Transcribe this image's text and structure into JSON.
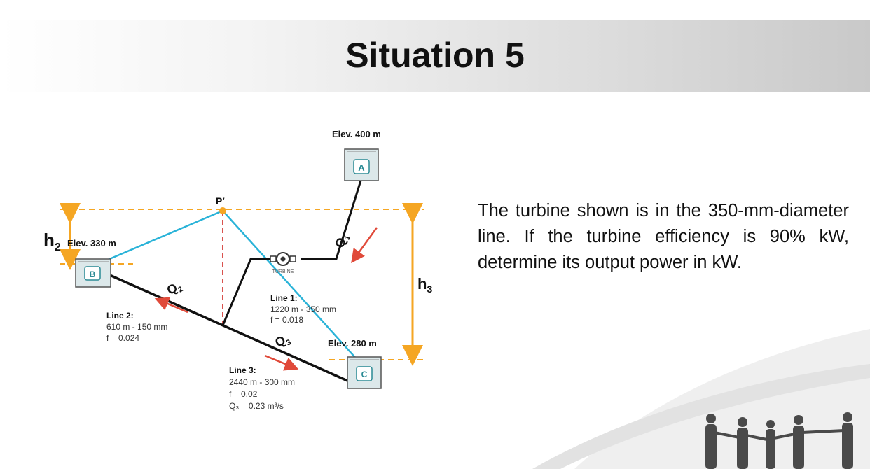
{
  "slide": {
    "title": "Situation 5",
    "problem_text": "The turbine shown is in the 350-mm-diameter line. If the turbine efficiency is 90% kW, determine its output power in kW."
  },
  "diagram": {
    "reservoir_a": {
      "label": "A",
      "elevation": "Elev. 400 m"
    },
    "reservoir_b": {
      "label": "B",
      "elevation": "Elev. 330 m"
    },
    "reservoir_c": {
      "label": "C",
      "elevation": "Elev. 280 m"
    },
    "point_p": "P′",
    "turbine_label": "TURBINE",
    "h2": {
      "main": "h",
      "sub": "2"
    },
    "h3": {
      "main": "h",
      "sub": "3"
    },
    "q1": {
      "main": "Q",
      "sub": "1"
    },
    "q2": {
      "main": "Q",
      "sub": "2"
    },
    "q3": {
      "main": "Q",
      "sub": "3"
    },
    "line1": {
      "title": "Line 1:",
      "spec": "1220 m - 350 mm",
      "friction": "f = 0.018"
    },
    "line2": {
      "title": "Line 2:",
      "spec": "610 m - 150 mm",
      "friction": "f = 0.024"
    },
    "line3": {
      "title": "Line 3:",
      "spec": "2440 m - 300 mm",
      "friction": "f = 0.02",
      "flow": "Q₃ = 0.23 m³/s"
    }
  },
  "colors": {
    "hgl_blue": "#2ab3d8",
    "dimension_orange": "#f5a623",
    "flow_arrow_red": "#e04a3a",
    "vertical_dash_red": "#d9534f",
    "reservoir_teal": "#2a8a94"
  }
}
